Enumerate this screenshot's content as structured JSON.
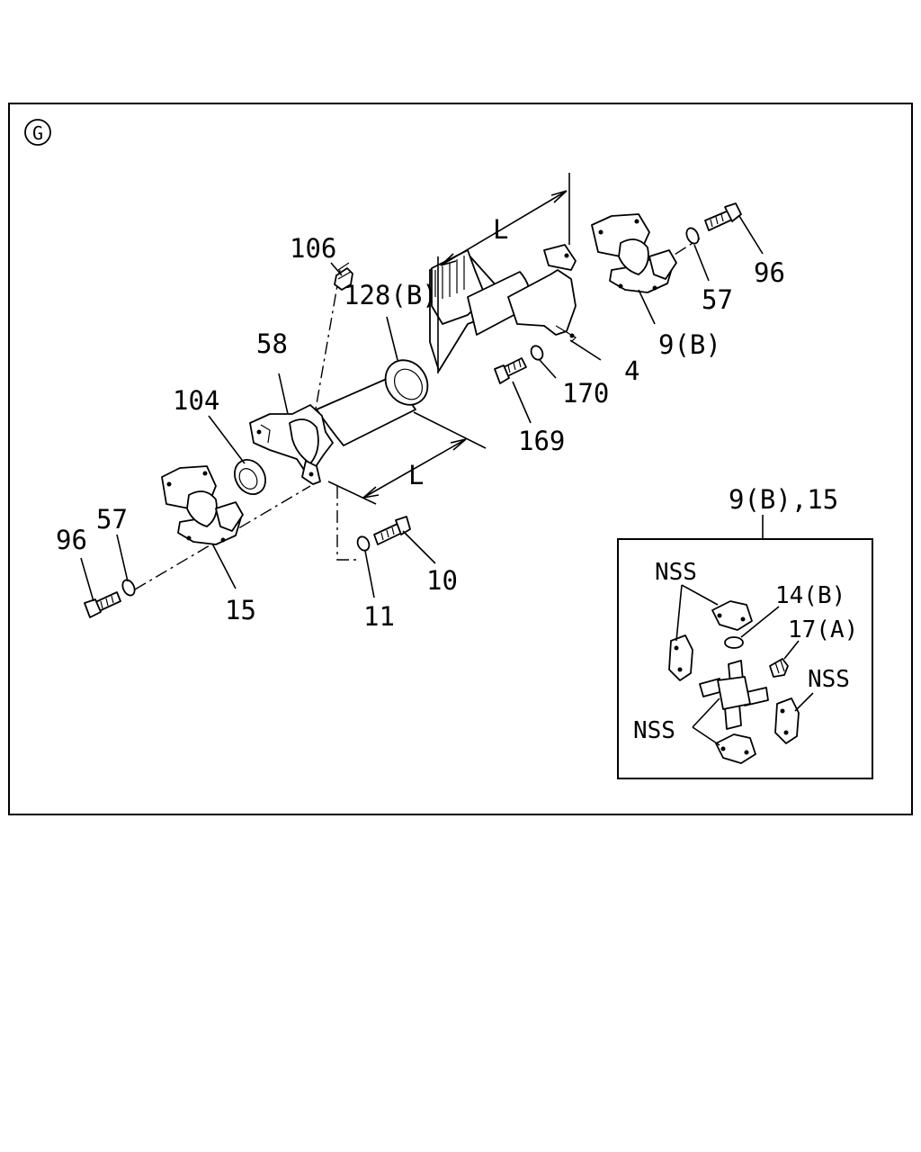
{
  "section_marker": "G",
  "labels": {
    "p106": "106",
    "p128b": "128(B)",
    "p58": "58",
    "p104": "104",
    "p96_right": "96",
    "p57_right": "57",
    "p9b": "9(B)",
    "p4": "4",
    "p170": "170",
    "p169": "169",
    "p96_left": "96",
    "p57_left": "57",
    "p15": "15",
    "p11": "11",
    "p10": "10",
    "dim_L_top": "L",
    "dim_L_bottom": "L"
  },
  "inset": {
    "title": "9(B),15",
    "nss_top": "NSS",
    "p14b": "14(B)",
    "p17a": "17(A)",
    "nss_right": "NSS",
    "nss_bottom": "NSS"
  }
}
